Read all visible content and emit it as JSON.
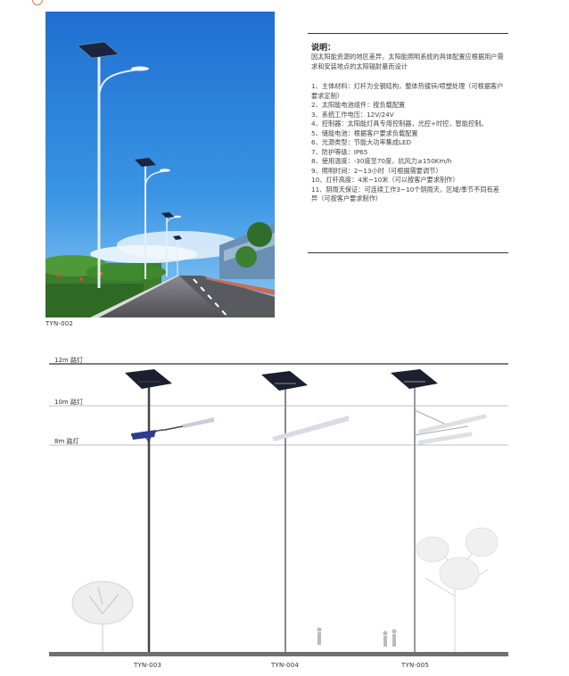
{
  "photo": {
    "code": "TYN-002"
  },
  "spec": {
    "title": "说明：",
    "intro": "因太阳能资源的地区差异，太阳能照明系统的具体配置应根据用户需求和安装地点的太阳辐射量而设计",
    "items": [
      "1、主体材料：灯杆为全钢结构，整体热镀锌/喷塑处理（可根据客户要求定制）",
      "2、太阳能电池组件：按负载配置",
      "3、系统工作电压：12V/24V",
      "4、控制器：太阳能灯具专用控制器，光控+时控，智能控制。",
      "5、储能电池：根据客户要求负载配置",
      "6、光源类型：节能大功率集成LED",
      "7、防护等级：IP65",
      "8、使用温度：-30度至70度，抗风力≥150Km/h",
      "9、照明时间：2~13小时（可根据需要调节）",
      "10、灯杆高度：4米~10米（可以按客户要求制作）",
      "11、阴雨天保证：可连续工作3~10个阴雨天，区域/季节不同有差异（可按客户要求制作）"
    ]
  },
  "diagram": {
    "height_labels": [
      "12m 路灯",
      "10m 路灯",
      "8m 路灯"
    ],
    "models": [
      "TYN-003",
      "TYN-004",
      "TYN-005"
    ]
  },
  "colors": {
    "sky_top": "#1f78d6",
    "sky_bottom": "#5fb1ee",
    "road": "#5d5d62",
    "lamp_head": "#2a3d8f",
    "ground": "#6f6f6f",
    "accent_mark": "#e07a3a"
  }
}
